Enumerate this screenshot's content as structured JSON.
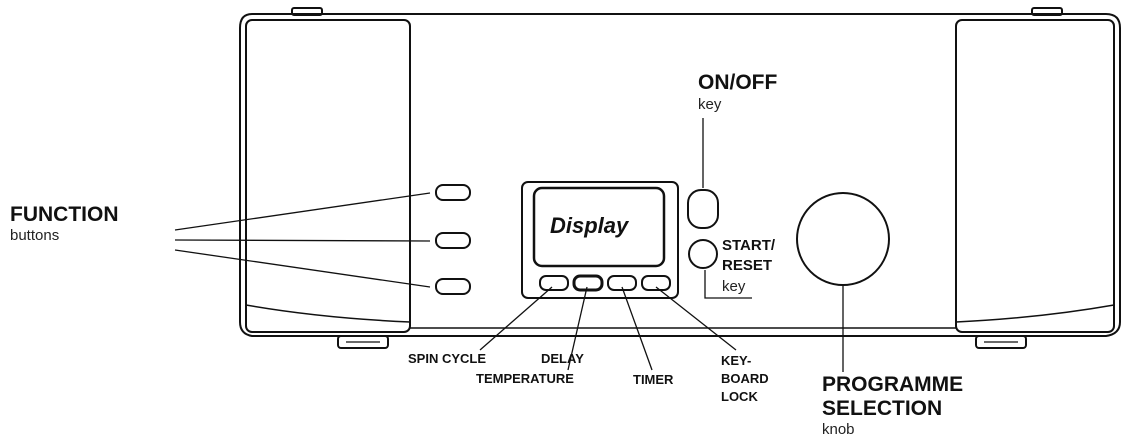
{
  "labels": {
    "function_title": "FUNCTION",
    "function_sub": "buttons",
    "onoff_title": "ON/OFF",
    "onoff_sub": "key",
    "display": "Display",
    "start_reset_line1": "START/",
    "start_reset_line2": "RESET",
    "start_reset_sub": "key",
    "spin_cycle": "SPIN CYCLE",
    "delay": "DELAY",
    "temperature": "TEMPERATURE",
    "timer": "TIMER",
    "keyboard_lock_line1": "KEY-",
    "keyboard_lock_line2": "BOARD",
    "keyboard_lock_line3": "LOCK",
    "programme_line1": "PROGRAMME",
    "programme_line2": "SELECTION",
    "programme_sub": "knob"
  },
  "colors": {
    "line": "#111111",
    "background": "#ffffff"
  }
}
